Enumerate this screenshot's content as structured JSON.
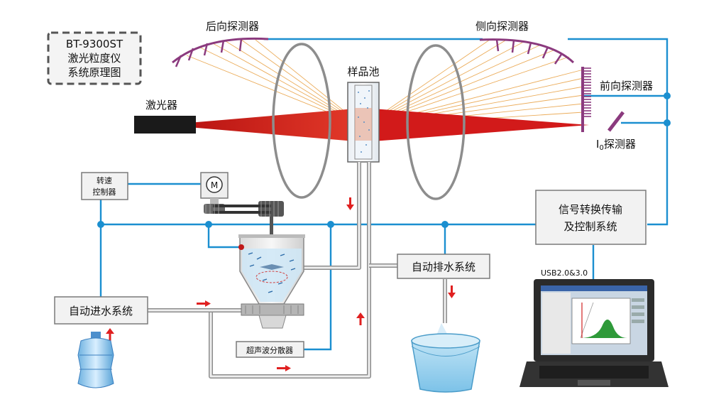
{
  "title": {
    "line1": "BT-9300ST",
    "line2": "激光粒度仪",
    "line3": "系统原理图"
  },
  "labels": {
    "back_detector": "后向探测器",
    "side_detector": "侧向探测器",
    "forward_detector": "前向探测器",
    "i0_detector_prefix": "I",
    "i0_detector_sub": "0",
    "i0_detector_suffix": "探测器",
    "laser": "激光器",
    "sample_cell": "样品池",
    "speed_controller_line1": "转速",
    "speed_controller_line2": "控制器",
    "motor": "M",
    "signal_box_line1": "信号转换传输",
    "signal_box_line2": "及控制系统",
    "usb": "USB2.0&3.0",
    "auto_drain": "自动排水系统",
    "auto_water_in": "自动进水系统",
    "ultrasonic": "超声波分散器"
  },
  "colors": {
    "wire": "#1b8fd0",
    "laser_beam": "#d21a1a",
    "detector": "#8b3a7e",
    "scatter_rays": "#e9a44a",
    "pipe": "#8c8c8c",
    "arrow": "#e02020"
  },
  "icons": {
    "motor": "motor-icon",
    "laptop": "laptop-icon",
    "water_bottle": "water-bottle-icon",
    "bucket": "bucket-icon"
  }
}
